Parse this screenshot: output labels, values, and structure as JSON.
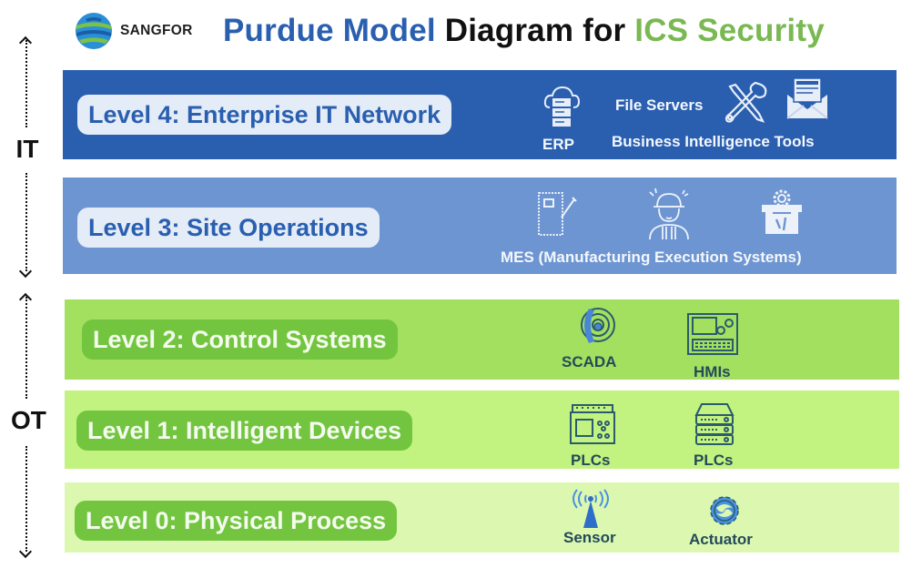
{
  "header": {
    "logo_text": "SANGFOR",
    "title_part1": "Purdue Model",
    "title_part2": " Diagram for ",
    "title_part3": "ICS Security"
  },
  "side_labels": {
    "it": "IT",
    "ot": "OT"
  },
  "colors": {
    "level4_bg": "#2a5fb0",
    "level3_bg": "#6d95d2",
    "level2_bg": "#a4e05f",
    "level1_bg": "#c2f27f",
    "level0_bg": "#dcf8b0",
    "title_blue": "#2a5fb0",
    "title_green": "#7ab852"
  },
  "levels": [
    {
      "title": "Level 4: Enterprise IT Network",
      "items": [
        {
          "icon": "cloud-server-icon",
          "label": "ERP"
        },
        {
          "icon": "tools-icon",
          "label": "File Servers"
        },
        {
          "icon": "mail-icon",
          "label": ""
        }
      ],
      "caption": "Business Intelligence Tools"
    },
    {
      "title": "Level 3: Site Operations",
      "items": [
        {
          "icon": "circuit-board-icon",
          "label": ""
        },
        {
          "icon": "engineer-icon",
          "label": ""
        },
        {
          "icon": "factory-gear-icon",
          "label": ""
        }
      ],
      "caption": "MES (Manufacturing Execution Systems)"
    },
    {
      "title": "Level 2: Control Systems",
      "items": [
        {
          "icon": "radar-icon",
          "label": "SCADA"
        },
        {
          "icon": "control-panel-icon",
          "label": "HMIs"
        }
      ]
    },
    {
      "title": "Level 1: Intelligent Devices",
      "items": [
        {
          "icon": "plc-board-icon",
          "label": "PLCs"
        },
        {
          "icon": "server-rack-icon",
          "label": "PLCs"
        }
      ]
    },
    {
      "title": "Level 0: Physical Process",
      "items": [
        {
          "icon": "antenna-icon",
          "label": "Sensor"
        },
        {
          "icon": "gear-icon",
          "label": "Actuator"
        }
      ]
    }
  ]
}
